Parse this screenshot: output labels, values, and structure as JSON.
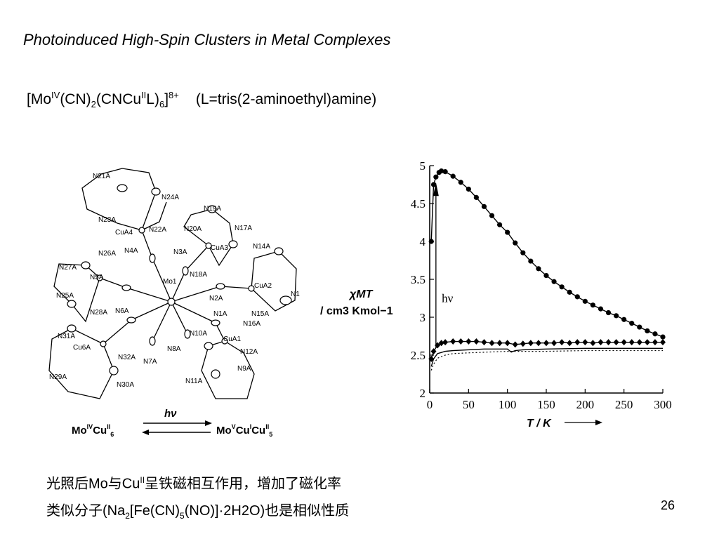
{
  "slide": {
    "title": "Photoinduced High-Spin Clusters in Metal Complexes",
    "page_number": "26"
  },
  "formula": {
    "open": "[Mo",
    "ox_mo": "IV",
    "part2": "(CN)",
    "sub_cn": "2",
    "part3": "(CNCu",
    "ox_cu": "II",
    "part4": "L)",
    "sub_l": "6",
    "part5": "]",
    "charge": "8+",
    "ligand_note": "(L=tris(2-aminoethyl)amine)"
  },
  "caption": {
    "line1_a": "光照后Mo与Cu",
    "line1_ox": "II",
    "line1_b": "呈铁磁相互作用，增加了磁化率",
    "line2_a": "类似分子(Na",
    "line2_s1": "2",
    "line2_b": "[Fe(CN)",
    "line2_s2": "5",
    "line2_c": "(NO)]·2H2O)也是相似性质"
  },
  "structure": {
    "atom_labels": [
      "N21A",
      "N24A",
      "N23A",
      "CuA4",
      "N22A",
      "N19A",
      "N20A",
      "N17A",
      "CuA3",
      "N4A",
      "N3A",
      "N26A",
      "N18A",
      "N14A",
      "N27A",
      "N5A",
      "Mo1",
      "CuA2",
      "N1",
      "N25A",
      "N2A",
      "N28A",
      "N6A",
      "N15A",
      "N1A",
      "N16A",
      "N31A",
      "N10A",
      "CuA1",
      "Cu6A",
      "N8A",
      "N12A",
      "N32A",
      "N7A",
      "N9A",
      "N29A",
      "N30A",
      "N11A"
    ],
    "scheme": {
      "left_mo": "Mo",
      "left_mo_ox": "IV",
      "left_cu": "Cu",
      "left_cu_ox": "II",
      "left_cu_sub": "6",
      "arrow_label": "hν",
      "right_mo": "Mo",
      "right_mo_ox": "V",
      "right_cu1": "Cu",
      "right_cu1_ox": "I",
      "right_cu2": "Cu",
      "right_cu2_ox": "II",
      "right_cu2_sub": "5"
    }
  },
  "chart_data": {
    "type": "line",
    "xlabel": "T / K",
    "ylabel": "χMT / cm3 Kmol−1",
    "xlim": [
      0,
      300
    ],
    "ylim": [
      2,
      5
    ],
    "xticks": [
      0,
      50,
      100,
      150,
      200,
      250,
      300
    ],
    "yticks": [
      2,
      2.5,
      3,
      3.5,
      4,
      4.5,
      5
    ],
    "annotation": "hν",
    "series": [
      {
        "marker": "circle",
        "x": [
          2,
          5,
          8,
          12,
          15,
          20,
          30,
          40,
          50,
          60,
          70,
          80,
          90,
          100,
          110,
          120,
          130,
          140,
          150,
          160,
          170,
          180,
          190,
          200,
          210,
          220,
          230,
          240,
          250,
          260,
          270,
          280,
          290,
          300
        ],
        "y": [
          4.0,
          4.75,
          4.85,
          4.91,
          4.93,
          4.92,
          4.86,
          4.78,
          4.69,
          4.58,
          4.46,
          4.34,
          4.22,
          4.12,
          3.98,
          3.85,
          3.74,
          3.64,
          3.55,
          3.47,
          3.4,
          3.33,
          3.27,
          3.21,
          3.16,
          3.11,
          3.06,
          3.02,
          2.97,
          2.92,
          2.87,
          2.82,
          2.78,
          2.74
        ]
      },
      {
        "marker": "diamond",
        "x": [
          2,
          5,
          10,
          15,
          20,
          30,
          40,
          50,
          60,
          70,
          80,
          90,
          100,
          110,
          120,
          130,
          140,
          150,
          160,
          170,
          180,
          190,
          200,
          210,
          220,
          230,
          240,
          250,
          260,
          270,
          280,
          290,
          300
        ],
        "y": [
          2.45,
          2.55,
          2.63,
          2.66,
          2.67,
          2.68,
          2.68,
          2.68,
          2.68,
          2.67,
          2.66,
          2.66,
          2.66,
          2.64,
          2.65,
          2.66,
          2.66,
          2.66,
          2.66,
          2.67,
          2.66,
          2.67,
          2.67,
          2.66,
          2.67,
          2.67,
          2.67,
          2.67,
          2.67,
          2.67,
          2.67,
          2.67,
          2.67
        ]
      },
      {
        "marker": "solid-line",
        "x": [
          2,
          5,
          10,
          20,
          30,
          50,
          70,
          90,
          100,
          105,
          110,
          120,
          150,
          200,
          250,
          300
        ],
        "y": [
          2.35,
          2.45,
          2.52,
          2.55,
          2.56,
          2.57,
          2.58,
          2.58,
          2.58,
          2.54,
          2.56,
          2.57,
          2.58,
          2.59,
          2.59,
          2.59
        ]
      },
      {
        "marker": "dotted-line",
        "x": [
          2,
          5,
          10,
          20,
          30,
          50,
          100,
          150,
          200,
          250,
          300
        ],
        "y": [
          2.3,
          2.38,
          2.46,
          2.5,
          2.52,
          2.53,
          2.55,
          2.55,
          2.56,
          2.56,
          2.56
        ]
      }
    ]
  }
}
